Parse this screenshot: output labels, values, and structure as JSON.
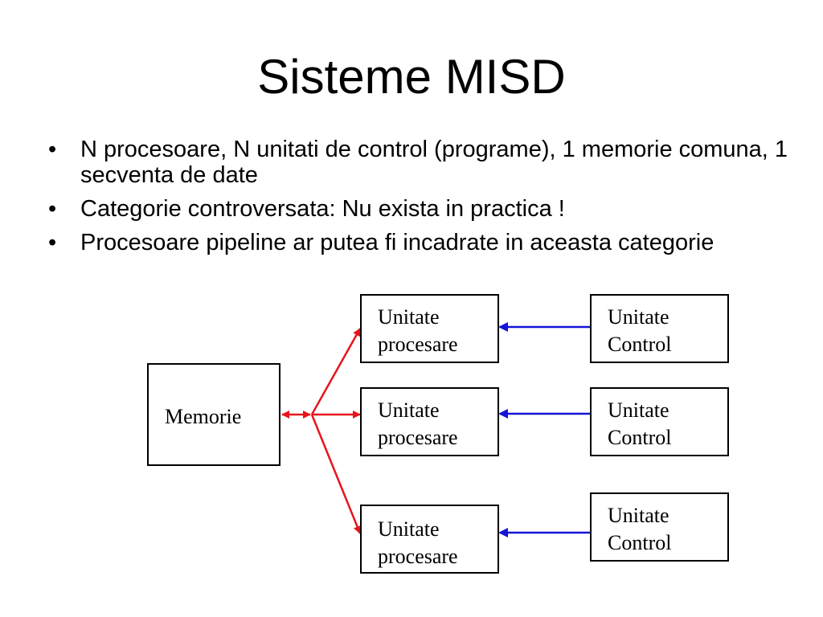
{
  "slide": {
    "title": "Sisteme MISD",
    "bullets": [
      "N procesoare, N unitati de control (programe), 1 memorie comuna, 1 secventa de date",
      "Categorie controversata: Nu exista in practica !",
      "Procesoare pipeline ar putea  fi incadrate in aceasta categorie"
    ],
    "bullet_glyph": "•"
  },
  "diagram": {
    "memory_label": "Memorie",
    "processing_units": [
      "Unitate\nprocesare",
      "Unitate\nprocesare",
      "Unitate\nprocesare"
    ],
    "control_units": [
      "Unitate\nControl",
      "Unitate\nControl",
      "Unitate\nControl"
    ],
    "colors": {
      "memory_arrows": "#e8141b",
      "control_arrows": "#1414d8",
      "box_border": "#000000"
    }
  }
}
